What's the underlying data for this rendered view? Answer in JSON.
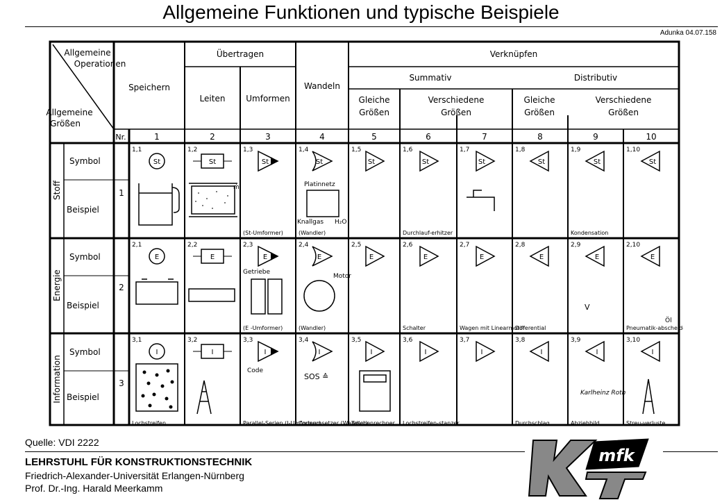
{
  "header": {
    "title": "Allgemeine Funktionen und typische Beispiele",
    "ref": "Adunka 04.07.158"
  },
  "table": {
    "corner_top": "Allgemeine Operationen",
    "corner_top_l1": "Allgemeine",
    "corner_top_l2": "Operationen",
    "corner_bottom_l1": "Allgemeine",
    "corner_bottom_l2": "Größen",
    "nr": "Nr.",
    "groups": {
      "uebertragen": "Übertragen",
      "verknuepfen": "Verknüpfen",
      "summativ": "Summativ",
      "distributiv": "Distributiv"
    },
    "columns": {
      "speichern": "Speichern",
      "leiten": "Leiten",
      "umformen": "Umformen",
      "wandeln": "Wandeln",
      "gleiche_l1": "Gleiche",
      "gleiche_l2": "Größen",
      "versch_l1": "Verschiedene",
      "versch_l2": "Größen"
    },
    "col_numbers": [
      "1",
      "2",
      "3",
      "4",
      "5",
      "6",
      "7",
      "8",
      "9",
      "10"
    ],
    "rows": [
      {
        "name": "Stoff",
        "nr": "1",
        "symbol": "Symbol",
        "beispiel": "Beispiel",
        "letter": "St",
        "cells": [
          "1,1",
          "1,2",
          "1,3",
          "1,4",
          "1,5",
          "1,6",
          "1,7",
          "1,8",
          "1,9",
          "1,10"
        ],
        "captions": [
          "",
          "",
          "(St-Umformer)",
          "(Wandler)",
          "",
          "Durchlauf-erhitzer",
          "",
          "",
          "Kondensation",
          ""
        ]
      },
      {
        "name": "Energie",
        "nr": "2",
        "symbol": "Symbol",
        "beispiel": "Beispiel",
        "letter": "E",
        "cells": [
          "2,1",
          "2,2",
          "2,3",
          "2,4",
          "2,5",
          "2,6",
          "2,7",
          "2,8",
          "2,9",
          "2,10"
        ],
        "captions": [
          "",
          "",
          "(E -Umformer)",
          "(Wandler)",
          "",
          "Schalter",
          "Wagen mit Linearmotor",
          "Differential",
          "",
          "Pneumatik-abscheider"
        ]
      },
      {
        "name": "Information",
        "nr": "3",
        "symbol": "Symbol",
        "beispiel": "Beispiel",
        "letter": "I",
        "cells": [
          "3,1",
          "3,2",
          "3,3",
          "3,4",
          "3,5",
          "3,6",
          "3,7",
          "3,8",
          "3,9",
          "3,10"
        ],
        "captions": [
          "Lochstreifen",
          "",
          "Parallel-Serien (I-Umformer)",
          "Codeumsetzer (Wandler)",
          "Taschenrechner",
          "Lochstreifen-stanzer",
          "",
          "Durchschlag",
          "Abziehbild",
          "Streu-verluste"
        ]
      }
    ],
    "extra_labels": {
      "m_dot": "ṁ",
      "platinnetz": "Platinnetz",
      "knallgas": "Knallgas",
      "h2o": "H₂O",
      "getriebe": "Getriebe",
      "motor": "Motor",
      "oel": "Öl",
      "code": "Code",
      "sos": "SOS ≙",
      "v": "V",
      "karl": "Karlheinz Roth"
    }
  },
  "footer": {
    "source": "Quelle: VDI 2222",
    "chair": "LEHRSTUHL FÜR KONSTRUKTIONSTECHNIK",
    "university": "Friedrich-Alexander-Universität Erlangen-Nürnberg",
    "professor": "Prof. Dr.-Ing. Harald Meerkamm",
    "logo_text": "mfk"
  }
}
